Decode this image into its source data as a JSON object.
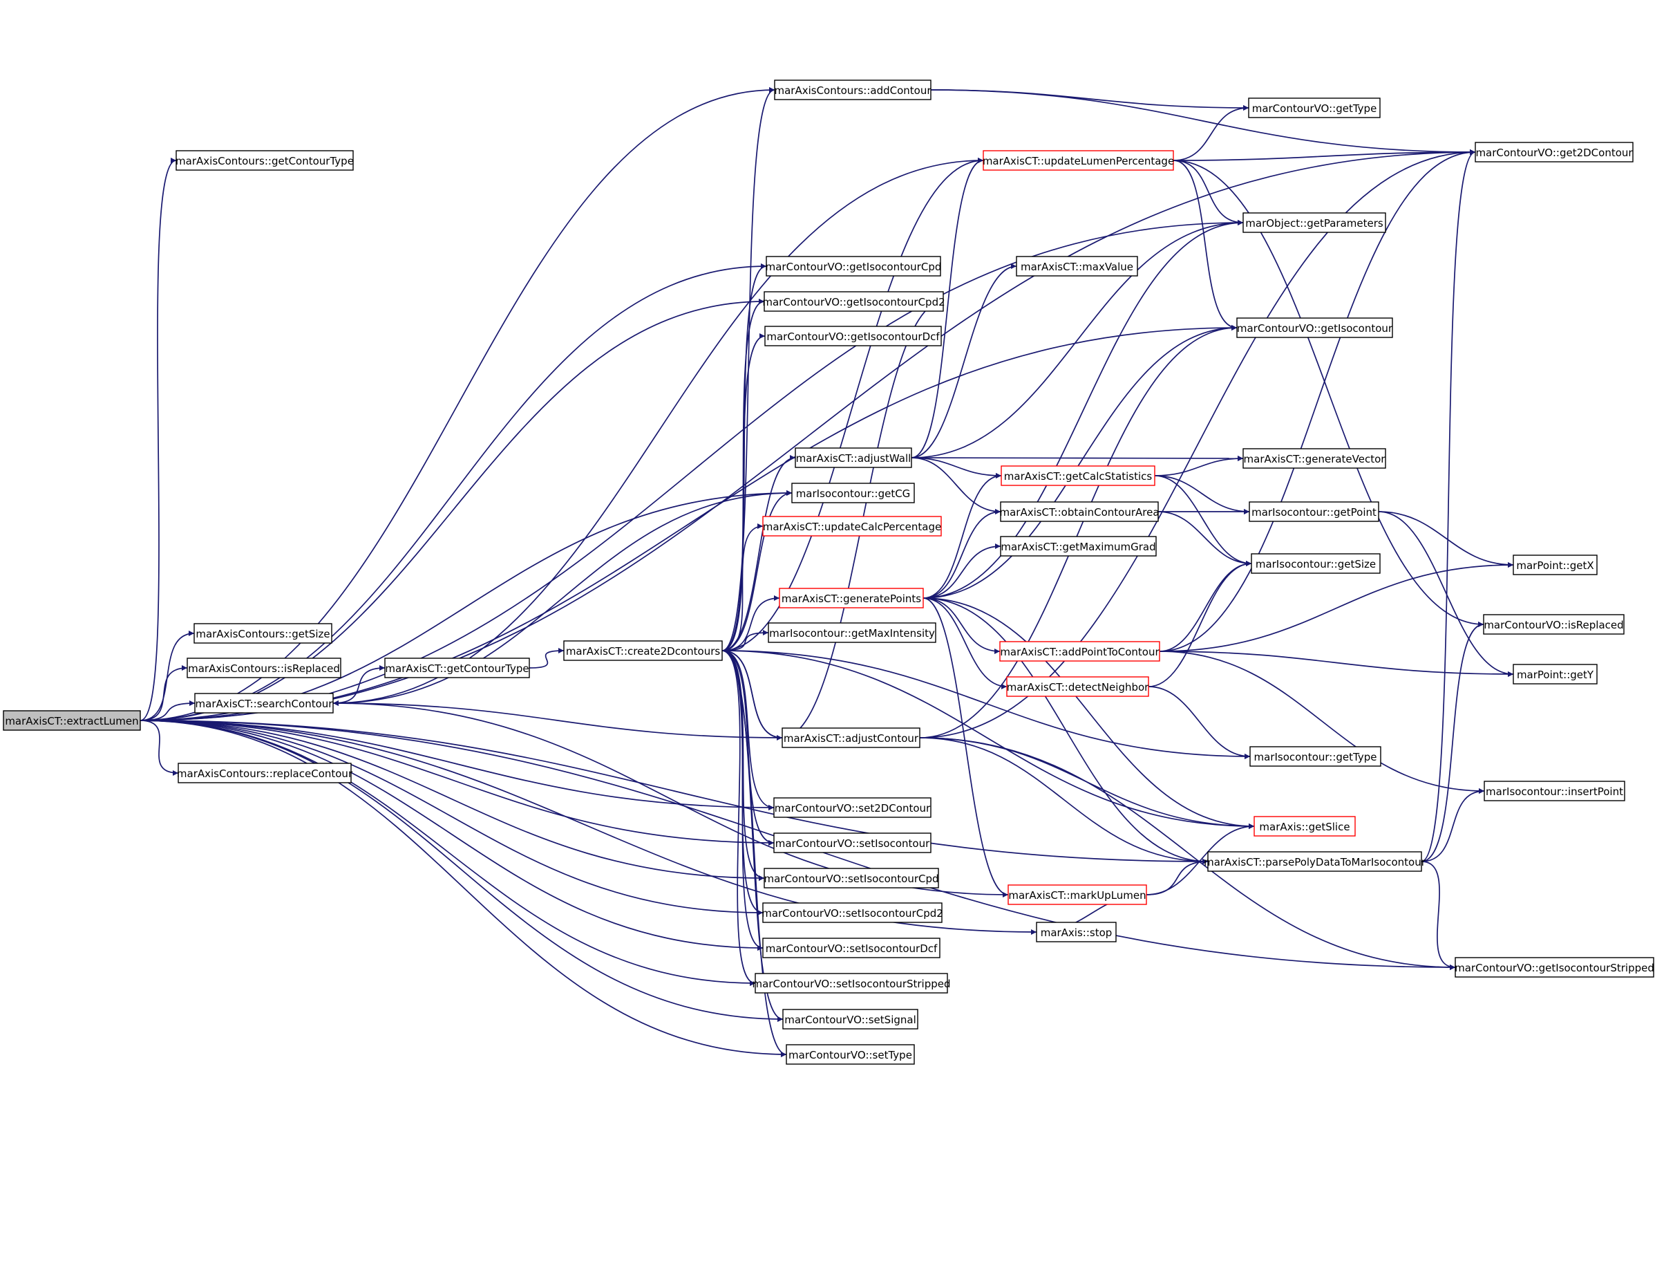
{
  "graph": {
    "nodes": {
      "extractLumen": "marAxisCT::extractLumen",
      "addContour": "marAxisContours::addContour",
      "getContourType_axc": "marAxisContours::getContourType",
      "getSize_axc": "marAxisContours::getSize",
      "isReplaced_axc": "marAxisContours::isReplaced",
      "searchContour": "marAxisCT::searchContour",
      "replaceContour": "marAxisContours::replaceContour",
      "getContourType_ct": "marAxisCT::getContourType",
      "create2Dcontours": "marAxisCT::create2Dcontours",
      "getIsocontourCpd": "marContourVO::getIsocontourCpd",
      "getIsocontourCpd2": "marContourVO::getIsocontourCpd2",
      "getIsocontourDcf": "marContourVO::getIsocontourDcf",
      "adjustWall": "marAxisCT::adjustWall",
      "getCG": "marIsocontour::getCG",
      "updateCalcPercentage": "marAxisCT::updateCalcPercentage",
      "generatePoints": "marAxisCT::generatePoints",
      "getMaxIntensity": "marIsocontour::getMaxIntensity",
      "adjustContour": "marAxisCT::adjustContour",
      "set2DContour": "marContourVO::set2DContour",
      "setIsocontour": "marContourVO::setIsocontour",
      "setIsocontourCpd": "marContourVO::setIsocontourCpd",
      "setIsocontourCpd2": "marContourVO::setIsocontourCpd2",
      "setIsocontourDcf": "marContourVO::setIsocontourDcf",
      "setIsocontourStripped": "marContourVO::setIsocontourStripped",
      "setSignal": "marContourVO::setSignal",
      "setType": "marContourVO::setType",
      "updateLumenPercentage": "marAxisCT::updateLumenPercentage",
      "maxValue": "marAxisCT::maxValue",
      "getCalcStatistics": "marAxisCT::getCalcStatistics",
      "obtainContourArea": "marAxisCT::obtainContourArea",
      "getMaximumGrad": "marAxisCT::getMaximumGrad",
      "addPointToContour": "marAxisCT::addPointToContour",
      "detectNeighbor": "marAxisCT::detectNeighbor",
      "markUpLumen": "marAxisCT::markUpLumen",
      "stop": "marAxis::stop",
      "getType_cvo": "marContourVO::getType",
      "getParameters": "marObject::getParameters",
      "getIsocontour": "marContourVO::getIsocontour",
      "generateVector": "marAxisCT::generateVector",
      "getPoint": "marIsocontour::getPoint",
      "getSize_iso": "marIsocontour::getSize",
      "getType_iso": "marIsocontour::getType",
      "getSlice": "marAxis::getSlice",
      "parsePolyData": "marAxisCT::parsePolyDataToMarIsocontour",
      "get2DContour": "marContourVO::get2DContour",
      "getX": "marPoint::getX",
      "isReplaced_cvo": "marContourVO::isReplaced",
      "getY": "marPoint::getY",
      "insertPoint": "marIsocontour::insertPoint",
      "getIsocontourStripped": "marContourVO::getIsocontourStripped"
    },
    "edges": [
      [
        "extractLumen",
        "addContour"
      ],
      [
        "extractLumen",
        "getContourType_axc"
      ],
      [
        "extractLumen",
        "getSize_axc"
      ],
      [
        "extractLumen",
        "isReplaced_axc"
      ],
      [
        "extractLumen",
        "searchContour"
      ],
      [
        "extractLumen",
        "replaceContour"
      ],
      [
        "extractLumen",
        "getIsocontourCpd"
      ],
      [
        "extractLumen",
        "getIsocontourCpd2"
      ],
      [
        "extractLumen",
        "getCG"
      ],
      [
        "extractLumen",
        "set2DContour"
      ],
      [
        "extractLumen",
        "setIsocontour"
      ],
      [
        "extractLumen",
        "setIsocontourCpd"
      ],
      [
        "extractLumen",
        "setIsocontourCpd2"
      ],
      [
        "extractLumen",
        "setIsocontourDcf"
      ],
      [
        "extractLumen",
        "setIsocontourStripped"
      ],
      [
        "extractLumen",
        "setSignal"
      ],
      [
        "extractLumen",
        "setType"
      ],
      [
        "extractLumen",
        "get2DContour"
      ],
      [
        "extractLumen",
        "getParameters"
      ],
      [
        "extractLumen",
        "getIsocontour"
      ],
      [
        "extractLumen",
        "stop"
      ],
      [
        "extractLumen",
        "parsePolyData"
      ],
      [
        "extractLumen",
        "getIsocontourStripped"
      ],
      [
        "searchContour",
        "getContourType_ct"
      ],
      [
        "searchContour",
        "getCG"
      ],
      [
        "searchContour",
        "updateLumenPercentage"
      ],
      [
        "getContourType_ct",
        "create2Dcontours"
      ],
      [
        "create2Dcontours",
        "addContour"
      ],
      [
        "create2Dcontours",
        "getIsocontourCpd"
      ],
      [
        "create2Dcontours",
        "getIsocontourCpd2"
      ],
      [
        "create2Dcontours",
        "getIsocontourDcf"
      ],
      [
        "create2Dcontours",
        "adjustWall"
      ],
      [
        "create2Dcontours",
        "getCG"
      ],
      [
        "create2Dcontours",
        "updateCalcPercentage"
      ],
      [
        "create2Dcontours",
        "generatePoints"
      ],
      [
        "create2Dcontours",
        "getMaxIntensity"
      ],
      [
        "create2Dcontours",
        "adjustContour"
      ],
      [
        "create2Dcontours",
        "set2DContour"
      ],
      [
        "create2Dcontours",
        "setIsocontour"
      ],
      [
        "create2Dcontours",
        "setIsocontourCpd"
      ],
      [
        "create2Dcontours",
        "setIsocontourCpd2"
      ],
      [
        "create2Dcontours",
        "setIsocontourDcf"
      ],
      [
        "create2Dcontours",
        "setIsocontourStripped"
      ],
      [
        "create2Dcontours",
        "setSignal"
      ],
      [
        "create2Dcontours",
        "setType"
      ],
      [
        "create2Dcontours",
        "updateLumenPercentage"
      ],
      [
        "create2Dcontours",
        "getType_iso"
      ],
      [
        "create2Dcontours",
        "getSlice"
      ],
      [
        "adjustContour",
        "create2Dcontours"
      ],
      [
        "adjustContour",
        "searchContour"
      ],
      [
        "adjustContour",
        "getIsocontourCpd2"
      ],
      [
        "adjustContour",
        "getIsocontour"
      ],
      [
        "adjustContour",
        "parsePolyData"
      ],
      [
        "adjustContour",
        "getSlice"
      ],
      [
        "adjustContour",
        "getIsocontourStripped"
      ],
      [
        "adjustContour",
        "get2DContour"
      ],
      [
        "adjustWall",
        "updateLumenPercentage"
      ],
      [
        "adjustWall",
        "maxValue"
      ],
      [
        "adjustWall",
        "getParameters"
      ],
      [
        "adjustWall",
        "getCalcStatistics"
      ],
      [
        "adjustWall",
        "obtainContourArea"
      ],
      [
        "adjustWall",
        "generateVector"
      ],
      [
        "generatePoints",
        "getCalcStatistics"
      ],
      [
        "generatePoints",
        "getMaximumGrad"
      ],
      [
        "generatePoints",
        "addPointToContour"
      ],
      [
        "generatePoints",
        "detectNeighbor"
      ],
      [
        "generatePoints",
        "getParameters"
      ],
      [
        "generatePoints",
        "getIsocontour"
      ],
      [
        "generatePoints",
        "obtainContourArea"
      ],
      [
        "generatePoints",
        "getSlice"
      ],
      [
        "generatePoints",
        "parsePolyData"
      ],
      [
        "generatePoints",
        "markUpLumen"
      ],
      [
        "updateLumenPercentage",
        "getType_cvo"
      ],
      [
        "updateLumenPercentage",
        "get2DContour"
      ],
      [
        "updateLumenPercentage",
        "getParameters"
      ],
      [
        "updateLumenPercentage",
        "getIsocontour"
      ],
      [
        "updateLumenPercentage",
        "isReplaced_cvo"
      ],
      [
        "getCalcStatistics",
        "generateVector"
      ],
      [
        "getCalcStatistics",
        "getPoint"
      ],
      [
        "getCalcStatistics",
        "getSize_iso"
      ],
      [
        "obtainContourArea",
        "getPoint"
      ],
      [
        "obtainContourArea",
        "getSize_iso"
      ],
      [
        "addPointToContour",
        "getSize_iso"
      ],
      [
        "addPointToContour",
        "getX"
      ],
      [
        "addPointToContour",
        "getY"
      ],
      [
        "addPointToContour",
        "insertPoint"
      ],
      [
        "addPointToContour",
        "get2DContour"
      ],
      [
        "detectNeighbor",
        "getSize_iso"
      ],
      [
        "detectNeighbor",
        "getType_iso"
      ],
      [
        "markUpLumen",
        "getSlice"
      ],
      [
        "markUpLumen",
        "parsePolyData"
      ],
      [
        "markUpLumen",
        "searchContour"
      ],
      [
        "markUpLumen",
        "stop"
      ],
      [
        "getPoint",
        "getX"
      ],
      [
        "getPoint",
        "getY"
      ],
      [
        "parsePolyData",
        "isReplaced_cvo"
      ],
      [
        "parsePolyData",
        "insertPoint"
      ],
      [
        "parsePolyData",
        "getIsocontourStripped"
      ],
      [
        "parsePolyData",
        "get2DContour"
      ],
      [
        "addContour",
        "getType_cvo"
      ],
      [
        "addContour",
        "get2DContour"
      ]
    ]
  }
}
